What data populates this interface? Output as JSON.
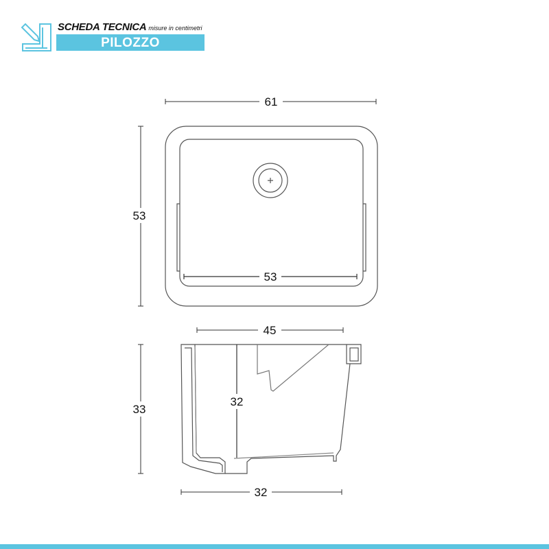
{
  "header": {
    "title": "SCHEDA TECNICA",
    "subtitle": "misure in centimetri",
    "product": "PILOZZO",
    "icon": "pencil-ruler-icon"
  },
  "colors": {
    "accent": "#5bc4e0",
    "line": "#555555"
  },
  "top_view": {
    "width": "61",
    "depth": "53",
    "inner_width": "53"
  },
  "side_view": {
    "top_width": "45",
    "height": "33",
    "inner_depth": "32",
    "bottom_width": "32"
  }
}
